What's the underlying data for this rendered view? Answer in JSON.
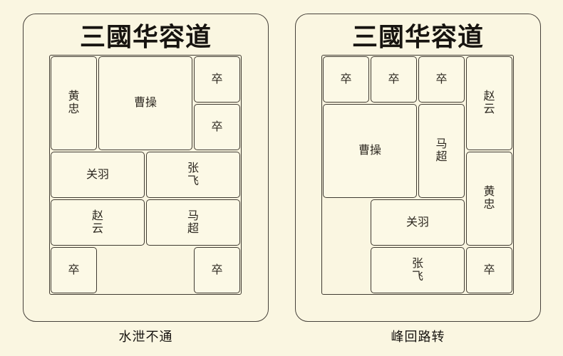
{
  "colors": {
    "background": "#faf6e1",
    "piece_fill": "#fcf9e6",
    "panel_border": "#46413a",
    "piece_border": "#3f3a31",
    "text": "#2d2820"
  },
  "panels": [
    {
      "title": "三國华容道",
      "caption": "水泄不通",
      "board": {
        "cols": 4,
        "rows": 5,
        "pieces": [
          {
            "name": "huang-zhong",
            "label": "黄\n忠",
            "row": 1,
            "col": 1,
            "rowspan": 2,
            "colspan": 1
          },
          {
            "name": "cao-cao",
            "label": "曹操",
            "row": 1,
            "col": 2,
            "rowspan": 2,
            "colspan": 2
          },
          {
            "name": "soldier",
            "label": "卒",
            "row": 1,
            "col": 4,
            "rowspan": 1,
            "colspan": 1
          },
          {
            "name": "soldier",
            "label": "卒",
            "row": 2,
            "col": 4,
            "rowspan": 1,
            "colspan": 1
          },
          {
            "name": "guan-yu",
            "label": "关羽",
            "row": 3,
            "col": 1,
            "rowspan": 1,
            "colspan": 2
          },
          {
            "name": "zhang-fei",
            "label": "张\n飞",
            "row": 3,
            "col": 3,
            "rowspan": 1,
            "colspan": 2
          },
          {
            "name": "zhao-yun",
            "label": "赵\n云",
            "row": 4,
            "col": 1,
            "rowspan": 1,
            "colspan": 2
          },
          {
            "name": "ma-chao",
            "label": "马\n超",
            "row": 4,
            "col": 3,
            "rowspan": 1,
            "colspan": 2
          },
          {
            "name": "soldier",
            "label": "卒",
            "row": 5,
            "col": 1,
            "rowspan": 1,
            "colspan": 1
          },
          {
            "name": "soldier",
            "label": "卒",
            "row": 5,
            "col": 4,
            "rowspan": 1,
            "colspan": 1
          }
        ]
      }
    },
    {
      "title": "三國华容道",
      "caption": "峰回路转",
      "board": {
        "cols": 4,
        "rows": 5,
        "pieces": [
          {
            "name": "soldier",
            "label": "卒",
            "row": 1,
            "col": 1,
            "rowspan": 1,
            "colspan": 1
          },
          {
            "name": "soldier",
            "label": "卒",
            "row": 1,
            "col": 2,
            "rowspan": 1,
            "colspan": 1
          },
          {
            "name": "soldier",
            "label": "卒",
            "row": 1,
            "col": 3,
            "rowspan": 1,
            "colspan": 1
          },
          {
            "name": "zhao-yun",
            "label": "赵\n云",
            "row": 1,
            "col": 4,
            "rowspan": 2,
            "colspan": 1
          },
          {
            "name": "cao-cao",
            "label": "曹操",
            "row": 2,
            "col": 1,
            "rowspan": 2,
            "colspan": 2
          },
          {
            "name": "ma-chao",
            "label": "马\n超",
            "row": 2,
            "col": 3,
            "rowspan": 2,
            "colspan": 1
          },
          {
            "name": "huang-zhong",
            "label": "黄\n忠",
            "row": 3,
            "col": 4,
            "rowspan": 2,
            "colspan": 1
          },
          {
            "name": "guan-yu",
            "label": "关羽",
            "row": 4,
            "col": 2,
            "rowspan": 1,
            "colspan": 2
          },
          {
            "name": "zhang-fei",
            "label": "张\n飞",
            "row": 5,
            "col": 2,
            "rowspan": 1,
            "colspan": 2
          },
          {
            "name": "soldier",
            "label": "卒",
            "row": 5,
            "col": 4,
            "rowspan": 1,
            "colspan": 1
          }
        ]
      }
    }
  ]
}
